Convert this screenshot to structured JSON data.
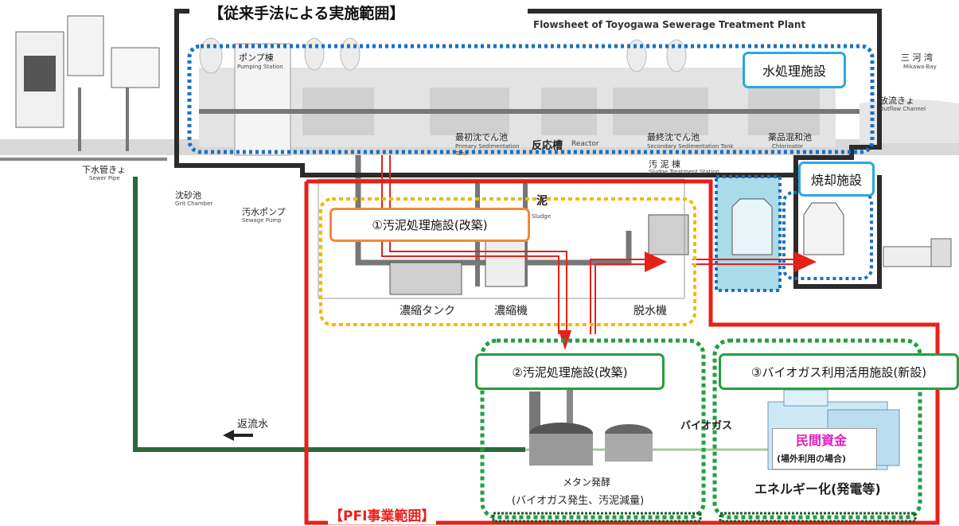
{
  "header": {
    "conventional_scope": "【従来手法による実施範囲】",
    "flowsheet_title": "Flowsheet of Toyogawa Sewerage Treatment Plant",
    "pfi_scope": "【PFI事業範囲】"
  },
  "facilities": {
    "water_treatment": "水処理施設",
    "incineration": "焼却施設",
    "sludge_treatment_1": "①汚泥処理施設(改築)",
    "sludge_treatment_2": "②汚泥処理施設(改築)",
    "biogas_facility": "③バイオガス利用活用施設(新設)"
  },
  "plant_labels": {
    "pump_building_jp": "ポンプ棟",
    "pump_building_en": "Pumping Station",
    "mikawa_jp": "三 河 湾",
    "mikawa_en": "Mikawa-Bay",
    "outflow_jp": "放流きょ",
    "outflow_en": "Outflow Channel",
    "primary_jp": "最初沈でん池",
    "primary_en": "Primary Sedimentation",
    "primary_en2": "Tank",
    "reactor_jp": "反応槽",
    "reactor_en": "Reactor",
    "secondary_jp": "最終沈でん池",
    "secondary_en": "Secondary Sedimentation Tank",
    "chlorinator_jp": "薬品混和池",
    "chlorinator_en": "Chlorinator",
    "sludge_bldg_jp": "汚 泥 棟",
    "sludge_bldg_en": "Sludge Treatment Station",
    "sewer_jp": "下水管きょ",
    "sewer_en": "Sewer Pipe",
    "grit_jp": "沈砂池",
    "grit_en": "Grit Chamber",
    "sewage_pump_jp": "汚水ポンプ",
    "sewage_pump_en": "Sewage Pump",
    "sludge_jp": "泥",
    "sludge_en": "Sludge",
    "thickening_tank": "濃縮タンク",
    "thickener": "濃縮機",
    "dewatering": "脱水機"
  },
  "bottom_labels": {
    "return_water": "返流水",
    "biogas": "バイオガス",
    "private_funds": "民間資金",
    "offsite_use": "(場外利用の場合)",
    "energy": "エネルギー化(発電等)",
    "methane_1": "メタン発酵",
    "methane_2": "(バイオガス発生、汚泥減量)"
  },
  "colors": {
    "pfi_red": "#e8201a",
    "conventional_black": "#2b2b2b",
    "water_blue_dotted": "#1a70c0",
    "label_blue_border": "#29a8e0",
    "sludge1_yellow_dotted": "#f5b800",
    "sludge1_orange_border": "#f08a3a",
    "green_dotted": "#20a040",
    "private_funds_magenta": "#e020c0",
    "return_pipe_green": "#2a6a3a"
  }
}
